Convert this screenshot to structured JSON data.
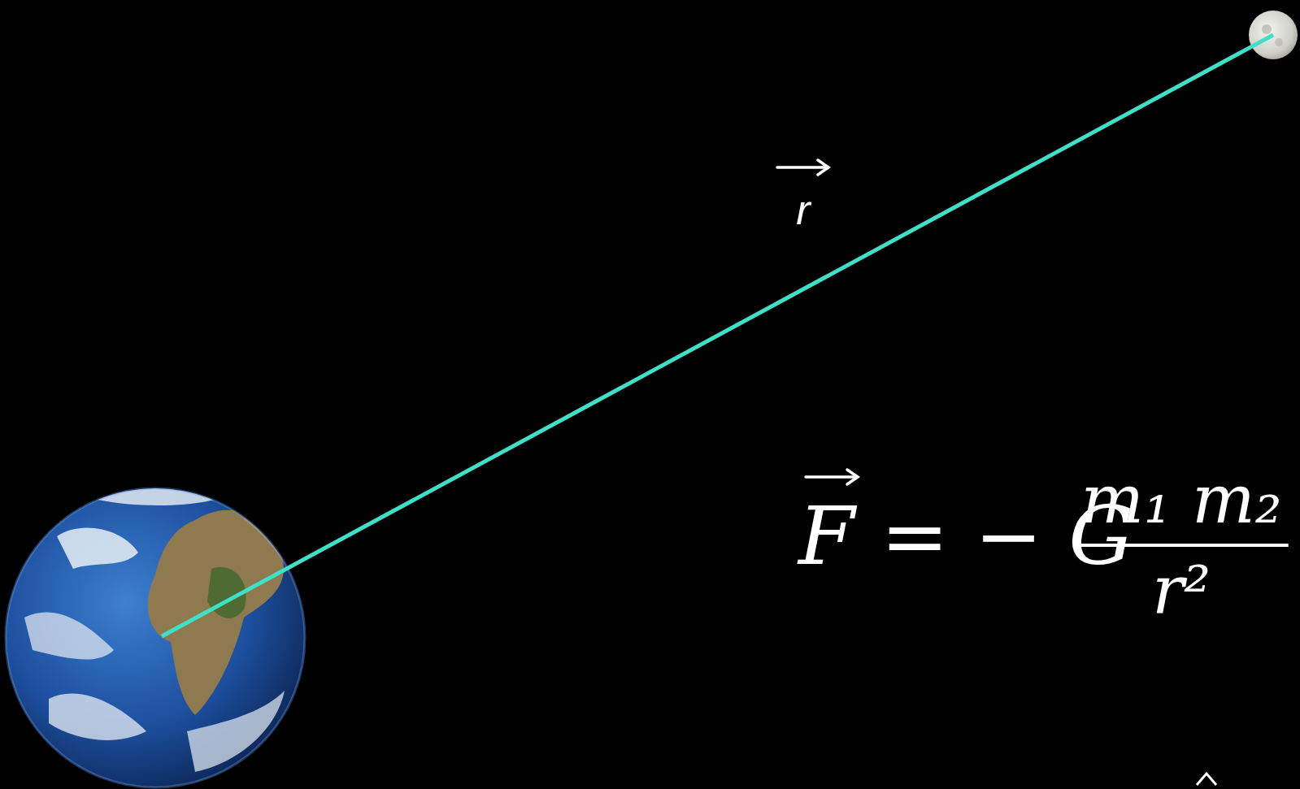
{
  "diagram": {
    "labels": [
      "r",
      "F = − G",
      "m₁ m₂",
      "r²"
    ]
  }
}
